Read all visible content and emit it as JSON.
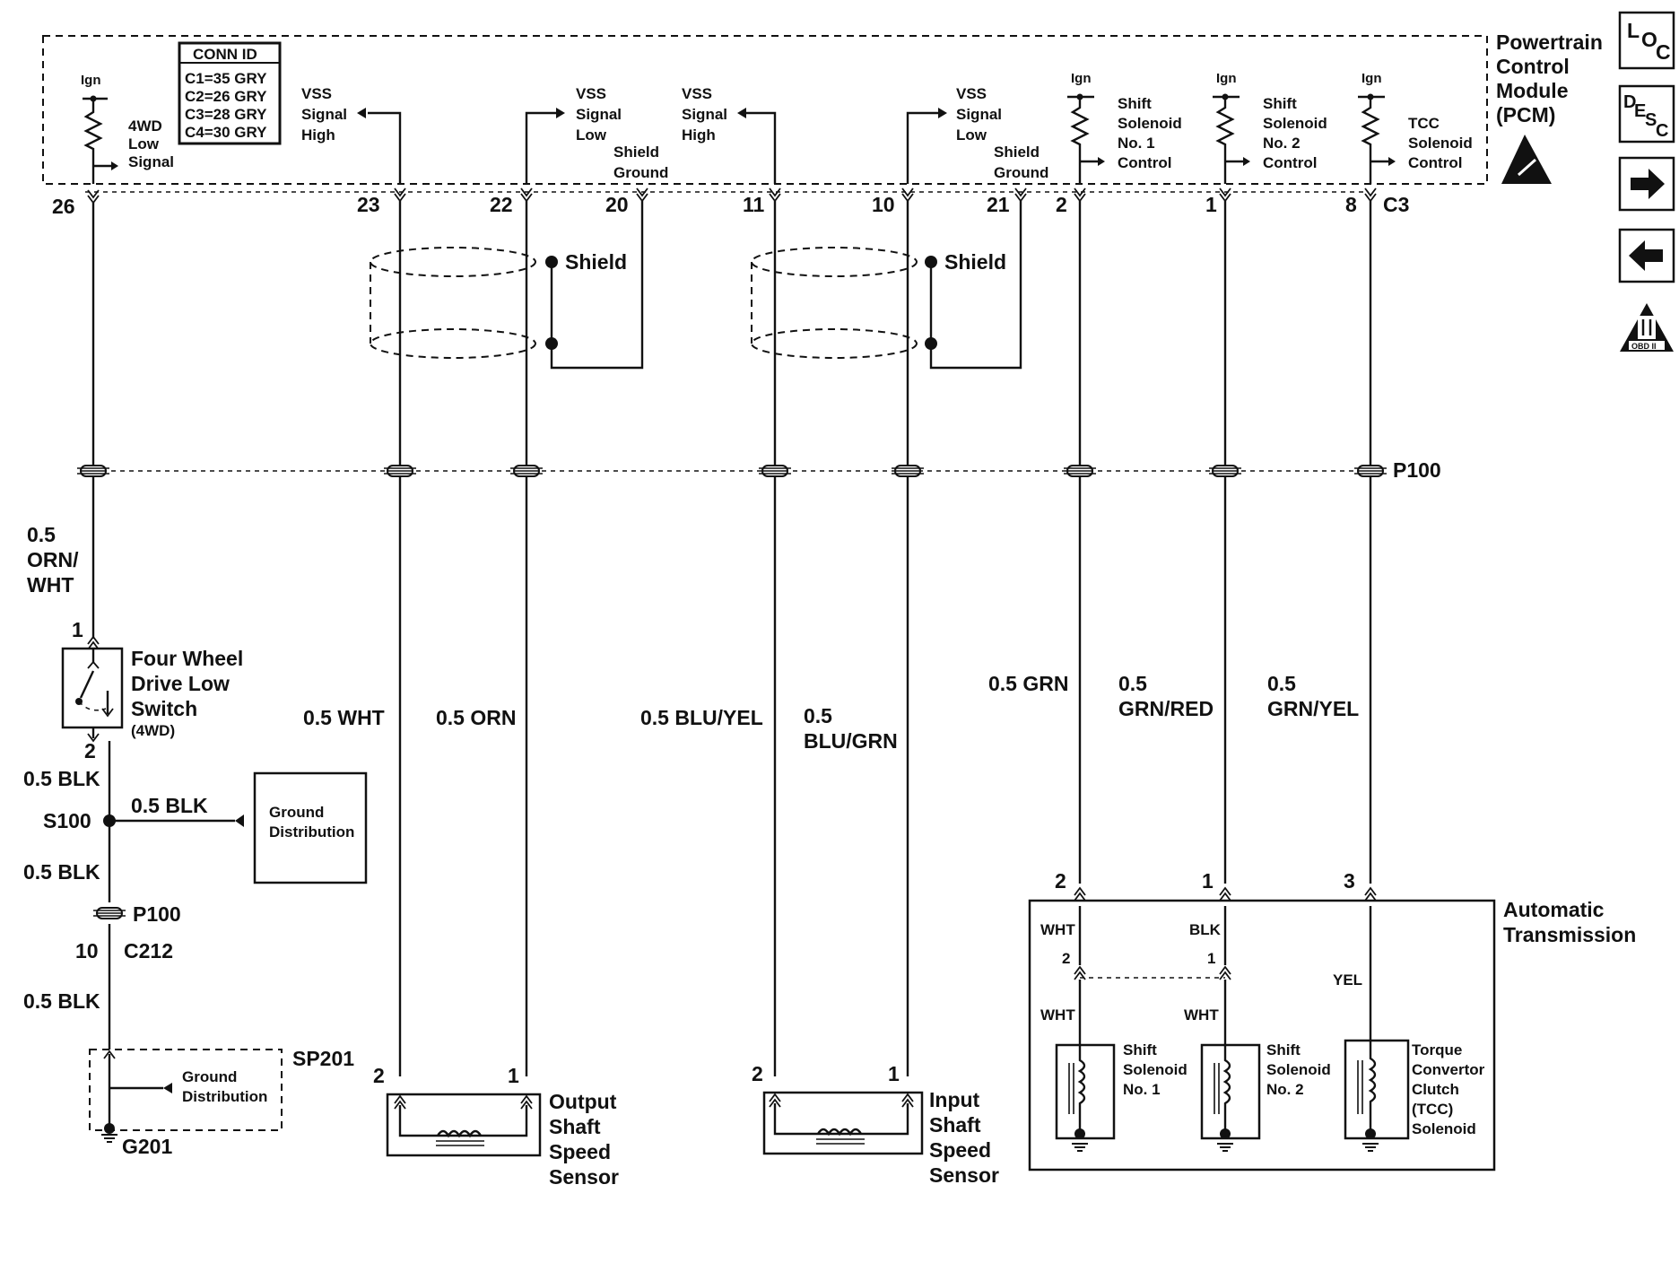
{
  "pcm": {
    "title_lines": [
      "Powertrain",
      "Control",
      "Module",
      "(PCM)"
    ],
    "connector_ref": "C3"
  },
  "conn_id": {
    "header": "CONN ID",
    "rows": [
      "C1=35 GRY",
      "C2=26 GRY",
      "C3=28 GRY",
      "C4=30 GRY"
    ]
  },
  "ign_label": "Ign",
  "pcm_labels": {
    "fwd_low": [
      "4WD",
      "Low",
      "Signal"
    ],
    "vss_high": [
      "VSS",
      "Signal",
      "High"
    ],
    "vss_low": [
      "VSS",
      "Signal",
      "Low"
    ],
    "shield_ground": [
      "Shield",
      "Ground"
    ],
    "shift1": [
      "Shift",
      "Solenoid",
      "No. 1",
      "Control"
    ],
    "shift2": [
      "Shift",
      "Solenoid",
      "No. 2",
      "Control"
    ],
    "tcc": [
      "TCC",
      "Solenoid",
      "Control"
    ]
  },
  "pins": [
    "26",
    "23",
    "22",
    "20",
    "11",
    "10",
    "21",
    "2",
    "1",
    "8"
  ],
  "shield_label": "Shield",
  "p100": "P100",
  "wires": {
    "orn_wht": [
      "0.5",
      "ORN/",
      "WHT"
    ],
    "wht": "0.5 WHT",
    "orn": "0.5 ORN",
    "blu_yel": "0.5 BLU/YEL",
    "blu_grn": [
      "0.5",
      "BLU/GRN"
    ],
    "grn": "0.5 GRN",
    "grn_red": [
      "0.5",
      "GRN/RED"
    ],
    "grn_yel": [
      "0.5",
      "GRN/YEL"
    ],
    "blk": "0.5 BLK"
  },
  "fwd_switch": {
    "pin_top": "1",
    "pin_bottom": "2",
    "label": [
      "Four Wheel",
      "Drive Low",
      "Switch"
    ],
    "sub": "(4WD)"
  },
  "ground_dist": [
    "Ground",
    "Distribution"
  ],
  "splices": {
    "s100": "S100",
    "c212_pin": "10",
    "c212": "C212",
    "sp201": "SP201",
    "g201": "G201"
  },
  "sensors": {
    "pin2": "2",
    "pin1": "1",
    "output": [
      "Output",
      "Shaft",
      "Speed",
      "Sensor"
    ],
    "input": [
      "Input",
      "Shaft",
      "Speed",
      "Sensor"
    ]
  },
  "transmission": {
    "label": [
      "Automatic",
      "Transmission"
    ],
    "pins_top": [
      "2",
      "1",
      "3"
    ],
    "inner_pins": [
      "2",
      "1"
    ],
    "colors": {
      "wht": "WHT",
      "blk": "BLK",
      "yel": "YEL"
    },
    "shift1": [
      "Shift",
      "Solenoid",
      "No. 1"
    ],
    "shift2": [
      "Shift",
      "Solenoid",
      "No. 2"
    ],
    "tcc": [
      "Torque",
      "Convertor",
      "Clutch",
      "(TCC)",
      "Solenoid"
    ]
  },
  "nav_icons": {
    "loc": [
      "L",
      "O",
      "C"
    ],
    "desc": [
      "D",
      "E",
      "S",
      "C"
    ],
    "obd": "OBD II"
  }
}
